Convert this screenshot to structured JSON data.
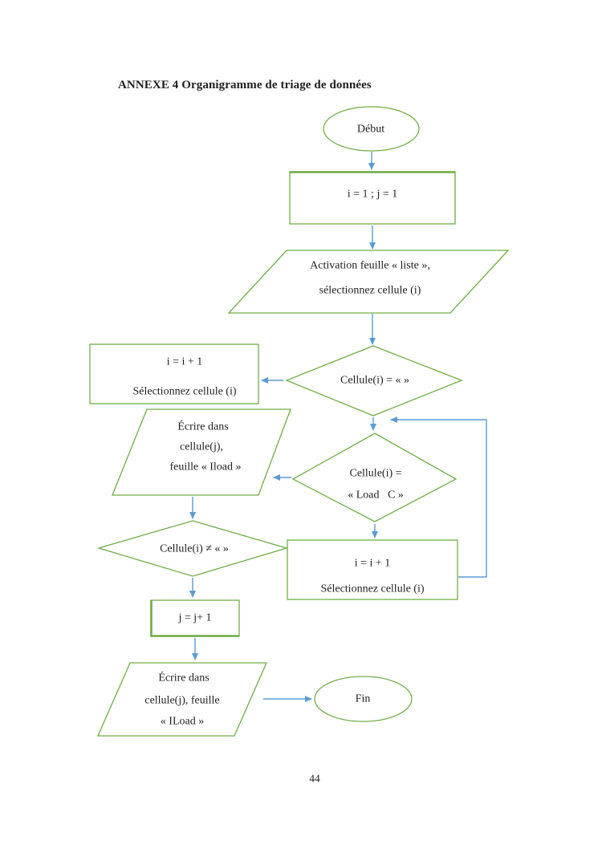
{
  "page": {
    "title": "ANNEXE 4 Organigramme de triage de données",
    "page_number": "44"
  },
  "colors": {
    "shape_outline": "#70AD47",
    "arrow": "#5B9BD5",
    "text": "#1F1F1F",
    "background": "#FFFFFF"
  },
  "flowchart": {
    "nodes": {
      "start": {
        "type": "terminator",
        "lines": [
          "Début"
        ]
      },
      "init": {
        "type": "process",
        "lines": [
          "i = 1 ; j = 1"
        ]
      },
      "activate_liste": {
        "type": "io",
        "lines": [
          "Activation feuille « liste »,",
          "sélectionnez cellule (i)"
        ]
      },
      "check_empty": {
        "type": "decision",
        "lines": [
          "Cellule(i) = « »"
        ]
      },
      "next_cell_left": {
        "type": "process",
        "lines": [
          "i = i + 1",
          "Sélectionnez cellule (i)"
        ]
      },
      "write_iload": {
        "type": "io",
        "lines": [
          "Écrire dans",
          "cellule(j),",
          "feuille « Iload »"
        ]
      },
      "check_load_c": {
        "type": "decision",
        "lines": [
          "Cellule(i) =",
          "« Load   C »"
        ]
      },
      "next_cell_right": {
        "type": "process",
        "lines": [
          "i = i + 1",
          "Sélectionnez cellule (i)"
        ]
      },
      "check_not_empty": {
        "type": "decision",
        "lines": [
          "Cellule(i) ≠ « »"
        ]
      },
      "increment_j": {
        "type": "process",
        "lines": [
          "j = j+ 1"
        ]
      },
      "write_iload_final": {
        "type": "io",
        "lines": [
          "Écrire dans",
          "cellule(j), feuille",
          "« ILoad »"
        ]
      },
      "end": {
        "type": "terminator",
        "lines": [
          "Fin"
        ]
      }
    }
  }
}
